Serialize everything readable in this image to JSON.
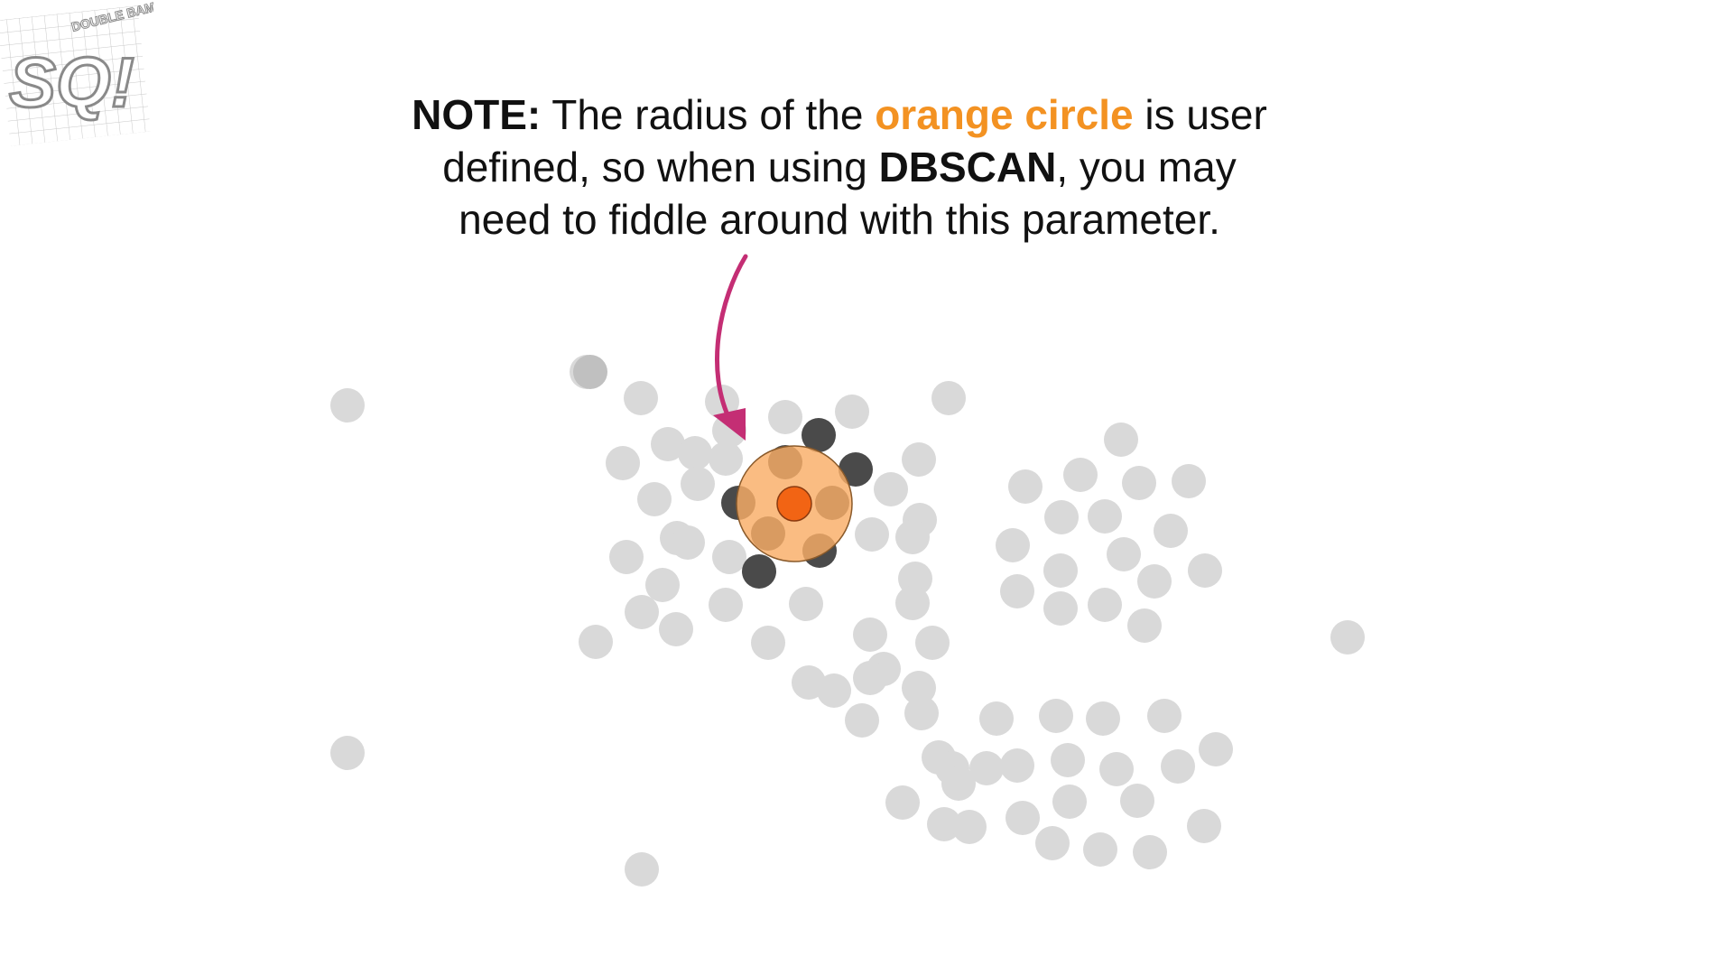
{
  "logo": {
    "text_main": "SQ!",
    "text_small": "DOUBLE BAM!!"
  },
  "note": {
    "lead": "NOTE:",
    "part1": "The radius of the",
    "highlight": "orange circle",
    "part2": "is user",
    "part3": "defined, so when using",
    "keyword": "DBSCAN",
    "part4": ", you may",
    "part5": "need to fiddle around with this parameter."
  },
  "colors": {
    "highlight": "#f39222",
    "arrow": "#c42e74",
    "point_light": "#d9d9d9",
    "point_mid": "#c0c0c0",
    "point_dark": "#4a4a4a",
    "circle_fill": "#f9ad66",
    "core_point": "#f26414"
  }
}
